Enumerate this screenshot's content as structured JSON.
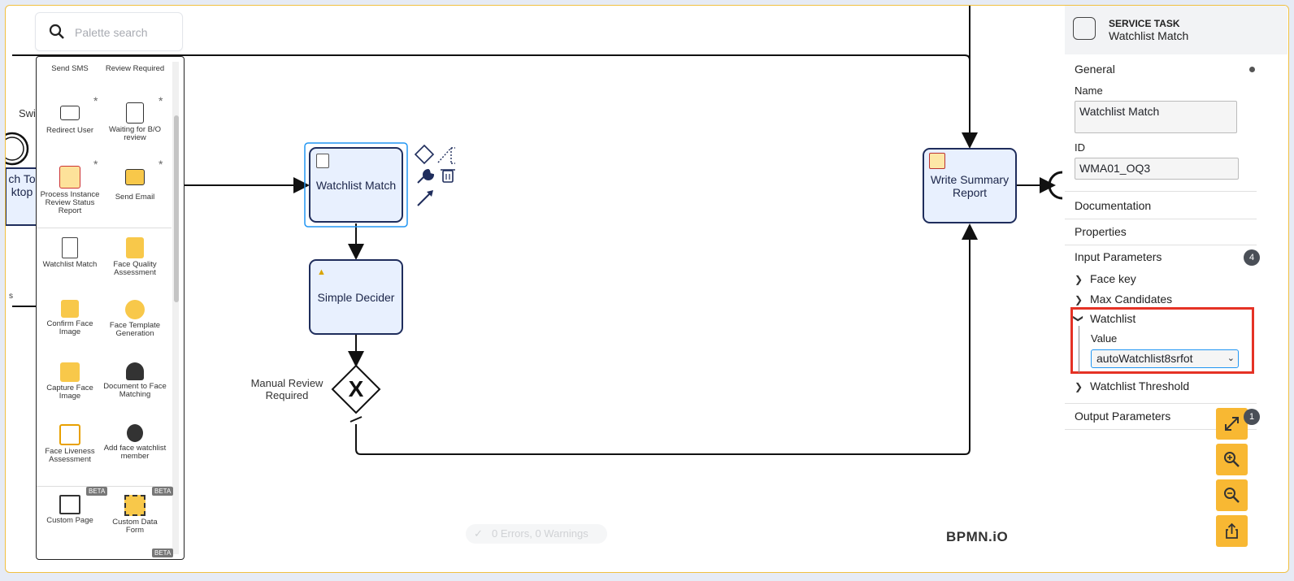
{
  "search": {
    "placeholder": "Palette search"
  },
  "palette": {
    "items": [
      {
        "label": "Send SMS",
        "icon": "sms-icon"
      },
      {
        "label": "Review Required",
        "icon": "review-icon"
      },
      {
        "label": "Redirect User",
        "icon": "redirect-user-icon",
        "starred": true
      },
      {
        "label": "Waiting for B/O review",
        "icon": "waiting-review-icon",
        "starred": true
      },
      {
        "label": "Process Instance Review Status Report",
        "icon": "status-report-icon",
        "starred": true
      },
      {
        "label": "Send Email",
        "icon": "send-email-icon",
        "starred": true
      },
      {
        "label": "Watchlist Match",
        "icon": "watchlist-match-icon"
      },
      {
        "label": "Face Quality Assessment",
        "icon": "face-quality-icon"
      },
      {
        "label": "Confirm Face Image",
        "icon": "confirm-face-icon"
      },
      {
        "label": "Face Template Generation",
        "icon": "face-template-icon"
      },
      {
        "label": "Capture Face Image",
        "icon": "capture-face-icon"
      },
      {
        "label": "Document to Face Matching",
        "icon": "doc-face-match-icon"
      },
      {
        "label": "Face Liveness Assessment",
        "icon": "face-liveness-icon"
      },
      {
        "label": "Add face watchlist member",
        "icon": "add-watchlist-member-icon"
      },
      {
        "label": "Custom Page",
        "icon": "custom-page-icon",
        "badge": "BETA"
      },
      {
        "label": "Custom Data Form",
        "icon": "custom-form-icon",
        "badge": "BETA"
      }
    ],
    "star": "*",
    "extra_badge": "BETA"
  },
  "diagram": {
    "partial_left_top": "Swi",
    "partial_left_task_1": "ch To",
    "partial_left_task_2": "ktop",
    "partial_left_small": "s",
    "task_watchlist": "Watchlist Match",
    "task_decider": "Simple Decider",
    "task_summary": "Write Summary Report",
    "gateway_label": "Manual Review Required",
    "gateway_symbol": "X"
  },
  "panel": {
    "element_type": "SERVICE TASK",
    "element_name": "Watchlist Match",
    "groups": {
      "general": "General",
      "documentation": "Documentation",
      "properties": "Properties",
      "input_parameters": "Input Parameters",
      "input_count": "4",
      "output_parameters": "Output Parameters"
    },
    "name_label": "Name",
    "name_value": "Watchlist Match",
    "id_label": "ID",
    "id_value": "WMA01_OQ3",
    "inputs": [
      "Face key",
      "Max Candidates",
      "Watchlist",
      "Watchlist Threshold"
    ],
    "value_label": "Value",
    "watchlist_value": "autoWatchlist8srfot"
  },
  "controls": {
    "fit_badge": "1"
  },
  "status": {
    "text": "0 Errors, 0 Warnings"
  },
  "brand": "BPMN.iO",
  "colors": {
    "accent": "#f8b833",
    "highlight": "#e53225",
    "selection": "#2196f3",
    "task_fill": "#e8f0fe"
  }
}
